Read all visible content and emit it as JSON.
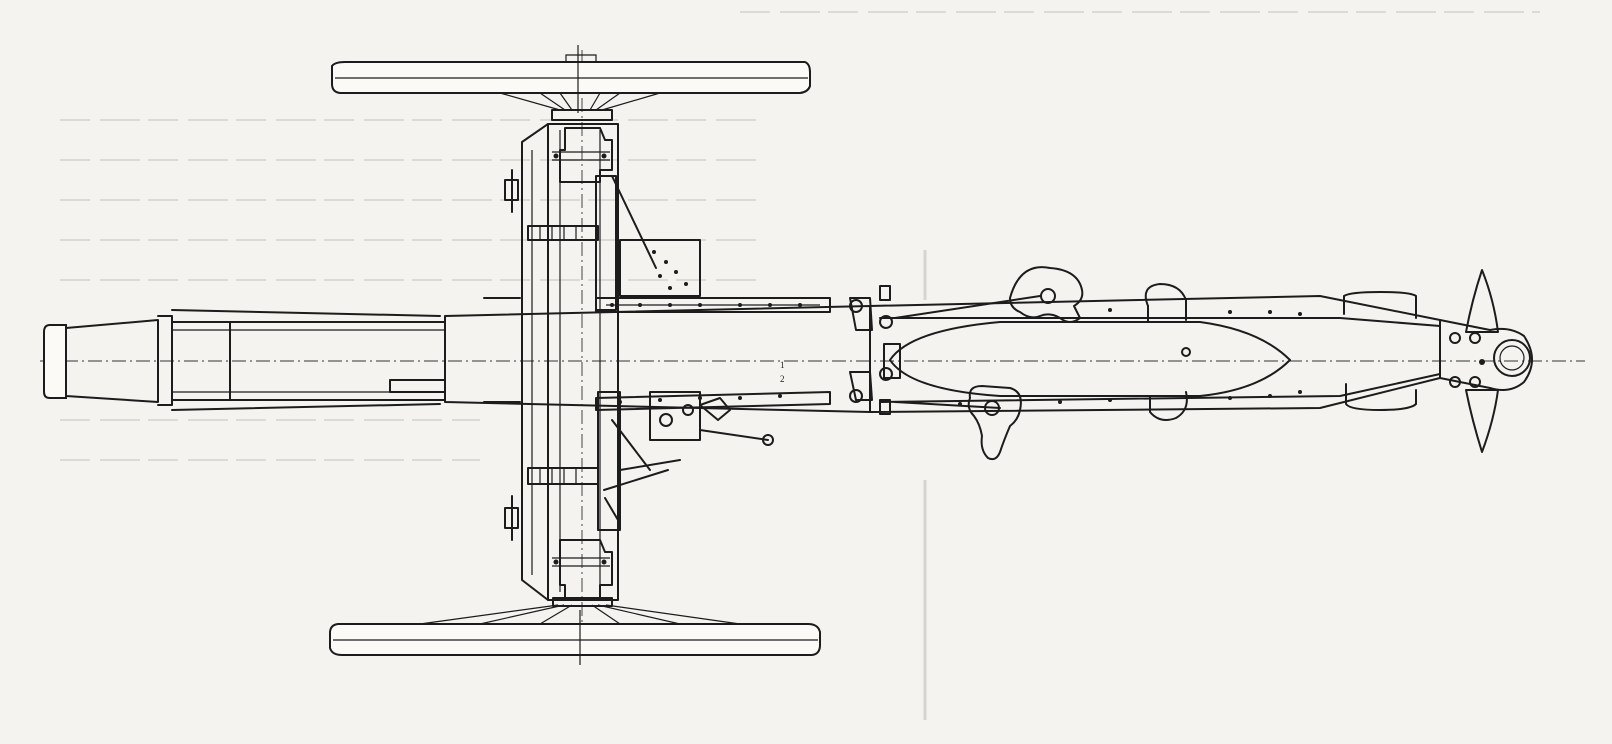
{
  "figure": {
    "style": "technical line drawing",
    "stroke_color": "#1c1c1c",
    "background_color": "#f4f3f0"
  },
  "labels": {
    "upper_mark": "1",
    "lower_mark": "2"
  }
}
